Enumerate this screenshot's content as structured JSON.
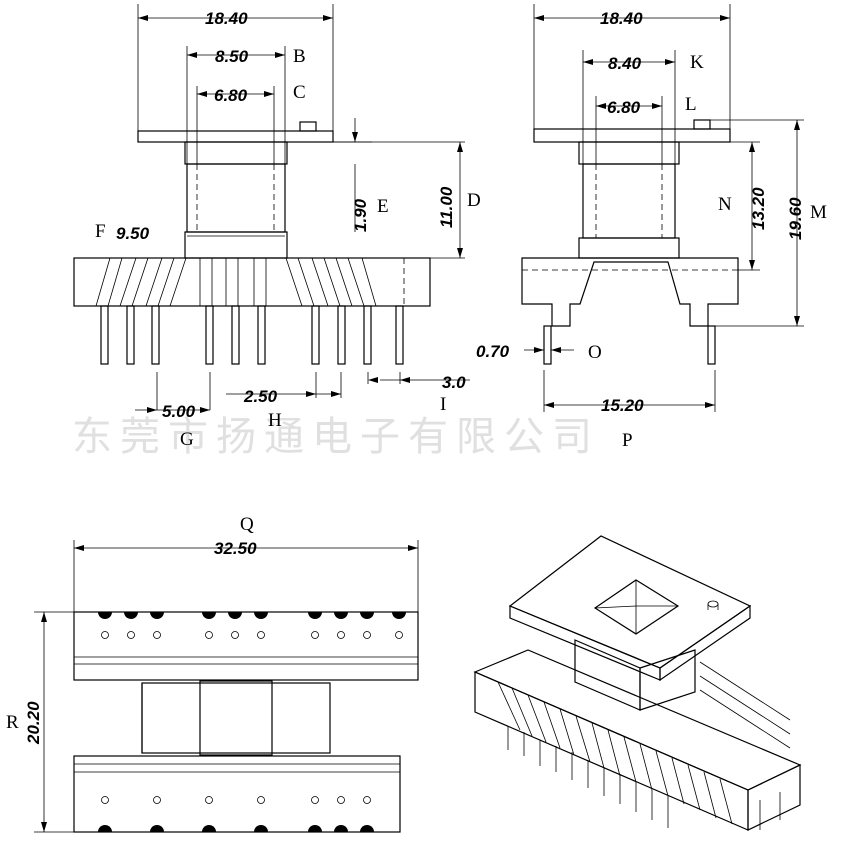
{
  "watermark": "东莞市扬通电子有限公司",
  "front_view": {
    "dim_overall_width": "18.40",
    "dim_core_outer": "8.50",
    "dim_core_inner": "6.80",
    "dim_flange": "1.90",
    "dim_height": "11.00",
    "dim_base_window": "9.50",
    "dim_pin_pitch_a": "5.00",
    "dim_pin_pitch_b": "2.50",
    "dim_pin_pitch_c": "3.0",
    "label_b": "B",
    "label_c": "C",
    "label_d": "D",
    "label_e": "E",
    "label_f": "F",
    "label_g": "G",
    "label_h": "H",
    "label_i": "I"
  },
  "side_view": {
    "dim_overall_width": "18.40",
    "dim_core_outer": "8.40",
    "dim_core_inner": "6.80",
    "dim_height_n": "13.20",
    "dim_height_m": "19.60",
    "dim_pin_dia": "0.70",
    "dim_pin_span": "15.20",
    "label_k": "K",
    "label_l": "L",
    "label_m": "M",
    "label_n": "N",
    "label_o": "O",
    "label_p": "P"
  },
  "bottom_view": {
    "dim_length": "32.50",
    "dim_depth": "20.20",
    "label_q": "Q",
    "label_r": "R"
  }
}
